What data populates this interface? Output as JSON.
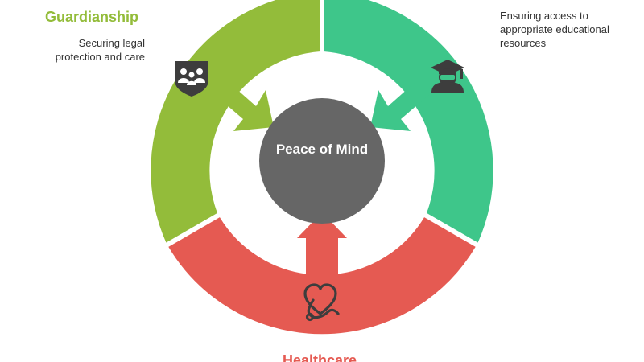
{
  "center": {
    "label": "Peace of Mind",
    "color": "#666666"
  },
  "segments": [
    {
      "id": "guardianship",
      "title": "Guardianship",
      "description": "Securing legal protection and care",
      "color": "#93BC3A",
      "icon": "family-shield-icon"
    },
    {
      "id": "education",
      "title": "",
      "description": "Ensuring access to appropriate educational resources",
      "color": "#3EC68A",
      "icon": "student-graduate-icon"
    },
    {
      "id": "healthcare",
      "title": "Healthcare",
      "description": "",
      "color": "#E55A52",
      "icon": "heart-stethoscope-icon"
    }
  ],
  "icon_color": "#3D3D3D"
}
